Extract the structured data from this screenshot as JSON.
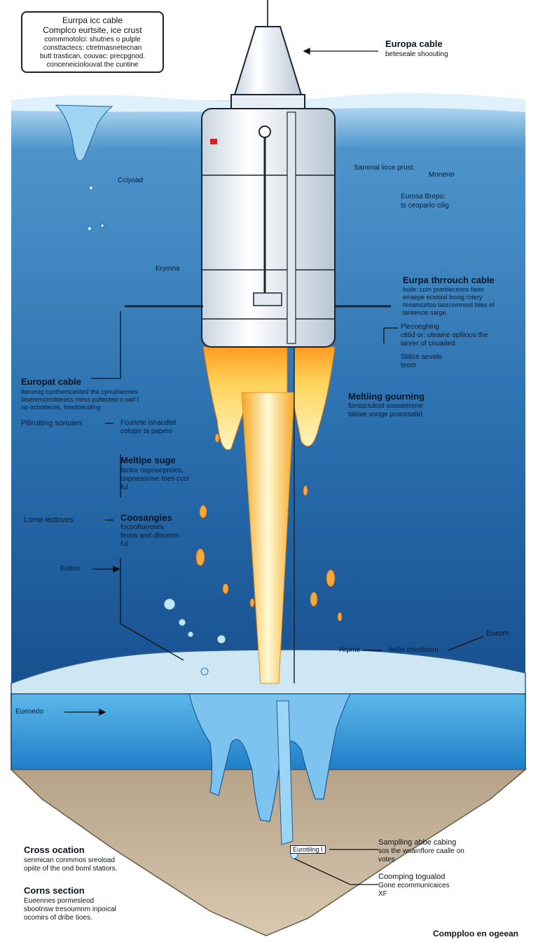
{
  "title_box": {
    "title": "Eurrpa icc cable",
    "subtitle": "Complco eurtsite, ice crust",
    "lines": [
      "commmotolci: shutnes o pulple",
      "consttactecs: ctretmasnetecnan",
      "butt trastican, couvac: precpgnod.",
      "conceneiciolouvat the cuntine"
    ]
  },
  "labels": {
    "cable_top": {
      "title": "Europa cable",
      "sub": "beteseale shoouting"
    },
    "cryoad": "Cciyoad",
    "eryma": "Erymna",
    "sammal": "Sammal iicce prust.",
    "monerer": "Monerer",
    "eurosa": [
      "Eurosa Brepo:",
      "ts ceoparlo cilig"
    ],
    "europat": {
      "title": "Europat cable",
      "lines": [
        "Iterumig conthemcented the cyriuimecnes",
        "biseremcesitterecs mess pultected o oad I",
        "no ocbotteces, frestitiecoling"
      ]
    },
    "through": {
      "title": "Eurpa thrrouch cable",
      "lines": [
        "buile: com prartiiecesos fiees",
        "erraepe eciosial liroog rotery",
        "hreamcetoo taorcomnmd tiiles of",
        "tantencie sarge."
      ]
    },
    "pieceping": [
      "Plecoeghing",
      "ctitid or: uteaine opfiious the",
      "lanrer of cnuaded"
    ],
    "sliitce": [
      "Sliitce aevelo",
      "teom"
    ],
    "melting": {
      "title": "Meltiing gourning",
      "lines": [
        "foroucsdost sooseerene",
        "talove vonge procesatid"
      ]
    },
    "pilirutting": "Pilirutting sonuien",
    "fcortete": [
      "Fcortete ishacdtet",
      "cotope ta papeio"
    ],
    "meltipe": {
      "title": "Meltipe suge",
      "lines": [
        "fantor osposeprcies,",
        "onpneasrme foes ccst",
        "ful"
      ]
    },
    "lome": "Lome iectoves",
    "coosangies": {
      "title": "Coosangies",
      "lines": [
        "focooftorrores",
        "feons and dfeorem",
        "ful"
      ]
    },
    "eutins": "Eutins",
    "hrpme": "Hrpme",
    "hellis": "hellis ictectioom",
    "eurom": "Eurom",
    "euenedo": "Euenedo",
    "cross": {
      "title": "Cross ocation",
      "lines": [
        "senmican conmmos sreoload",
        "opiite of the ond boml statiors."
      ]
    },
    "corns": {
      "title": "Corns section",
      "lines": [
        "Eueennes pormesleod",
        "sbootnsw tresoumnm inpoical",
        "ocomirs of dribe tioes."
      ]
    },
    "eurotiling": "Eurotiling I",
    "sampling": {
      "title": "Samplling abbe cabing",
      "lines": [
        "sos the wsainflore caalle on",
        "votes"
      ]
    },
    "coomping": {
      "title": "Coomping togualod",
      "lines": [
        "Gone ecommunicaices",
        "XF"
      ]
    },
    "footer": "Compploo en ogeean"
  },
  "colors": {
    "ice": "#2f78b8",
    "ice_deep": "#123f7a",
    "water": "#2c8fd6",
    "flame": "#f7b23a",
    "probe": "#e8eef5",
    "rock": "#c9b59a"
  }
}
